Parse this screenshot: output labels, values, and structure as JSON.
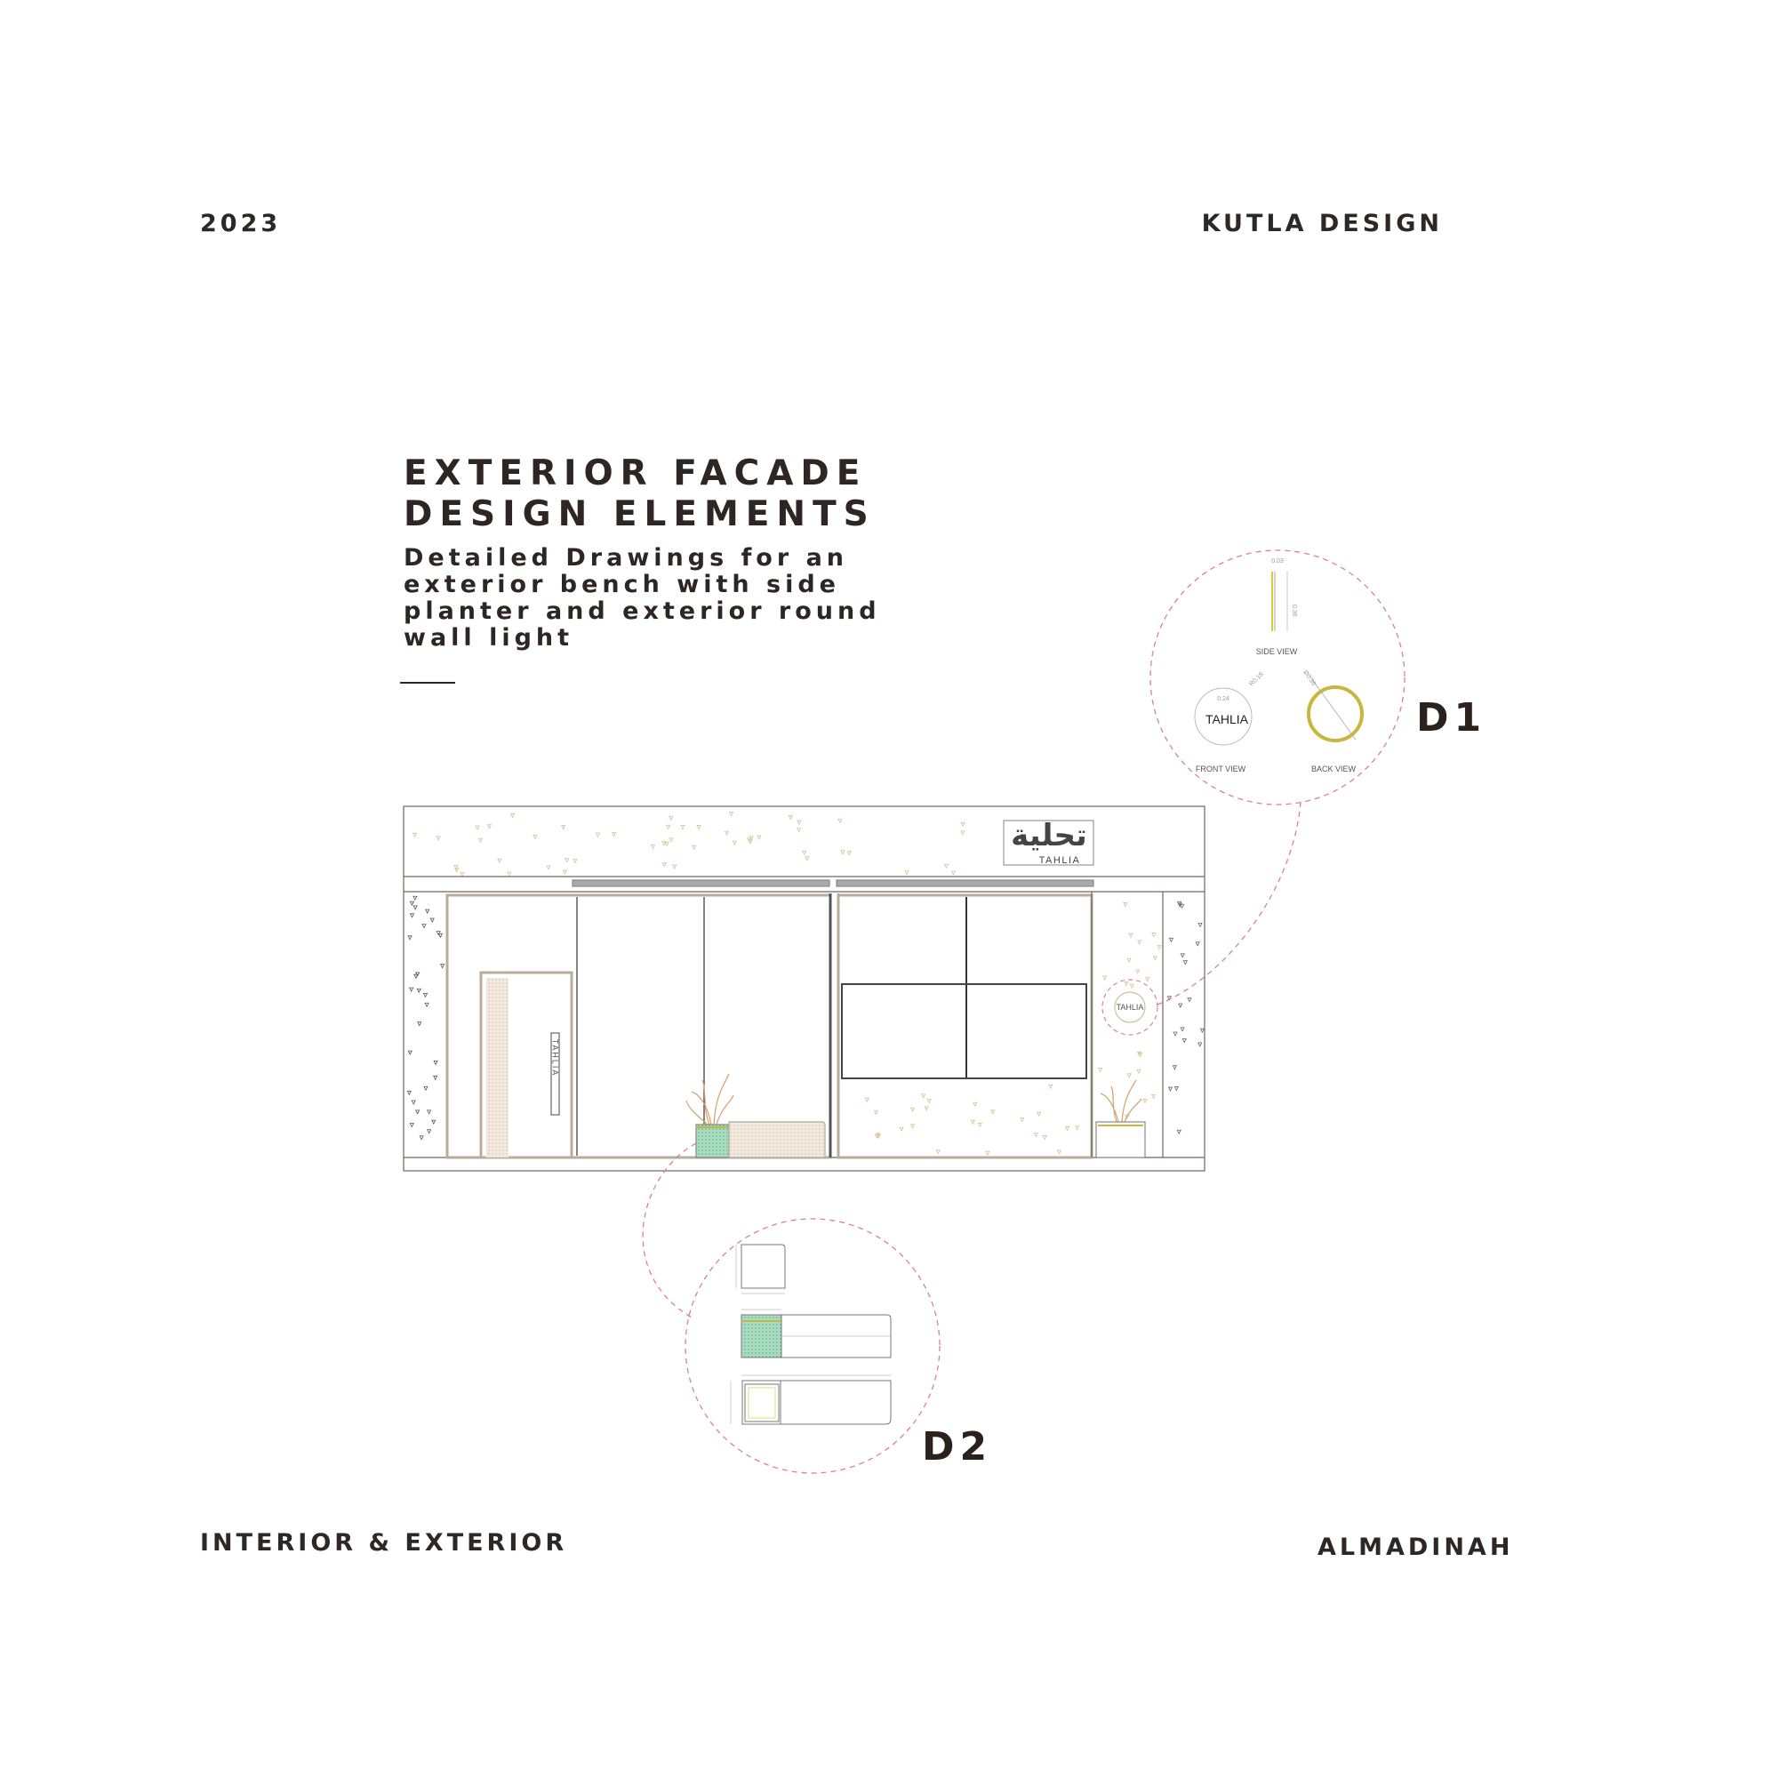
{
  "header": {
    "year": "2023",
    "studio": "KUTLA DESIGN"
  },
  "title": {
    "line1": "EXTERIOR FACADE",
    "line2": "DESIGN ELEMENTS"
  },
  "subtitle": "Detailed Drawings for an exterior bench with side planter and exterior round wall light",
  "footer": {
    "category": "INTERIOR & EXTERIOR",
    "location": "ALMADINAH"
  },
  "facade": {
    "sign_arabic": "تحلية",
    "sign_latin": "TAHLIA",
    "door_sign": "TAHLIA",
    "wall_light_text": "TAHLIA"
  },
  "detail_d1": {
    "label": "D1",
    "side_view_label": "SIDE VIEW",
    "front_view_label": "FRONT VIEW",
    "back_view_label": "BACK VIEW",
    "front_text": "TAHLIA",
    "dim_thickness": "0.03",
    "dim_height": "0.36",
    "dim_text_width": "0.24",
    "dim_radius": "R0.18",
    "dim_diameter": "Ø0.36"
  },
  "detail_d2": {
    "label": "D2"
  },
  "colors": {
    "accent_dashed": "#d9838f",
    "gold": "#c9b63c",
    "planter_green": "#9fd3b3",
    "text": "#2e2622"
  }
}
